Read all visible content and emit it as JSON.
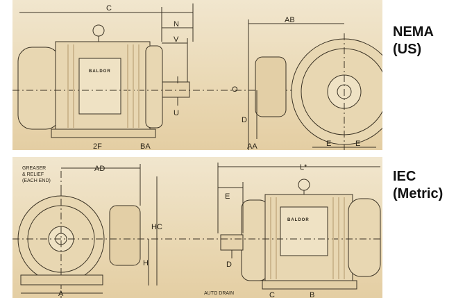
{
  "colors": {
    "paper": "#ecdcb9",
    "ink": "#3a3224",
    "motor": "#e8d7b2",
    "rib": "#cdb78e"
  },
  "nema": {
    "tag_line1": "NEMA",
    "tag_line2": "(US)",
    "dims": {
      "c": "C",
      "n": "N",
      "v": "V",
      "u": "U",
      "ab": "AB",
      "o": "O",
      "d": "D",
      "aa": "AA",
      "e1": "E",
      "e2": "E",
      "twoF": "2F",
      "ba": "BA"
    },
    "brand": "BALDOR"
  },
  "iec": {
    "tag_line1": "IEC",
    "tag_line2": "(Metric)",
    "dims": {
      "ad": "AD",
      "hc": "HC",
      "h": "H",
      "a": "A",
      "l": "L*",
      "e": "E",
      "d": "D",
      "c": "C",
      "b": "B"
    },
    "greaser": [
      "GREASER",
      "& RELIEF",
      "(EACH END)"
    ],
    "auto_drain": "AUTO DRAIN",
    "brand": "BALDOR"
  }
}
